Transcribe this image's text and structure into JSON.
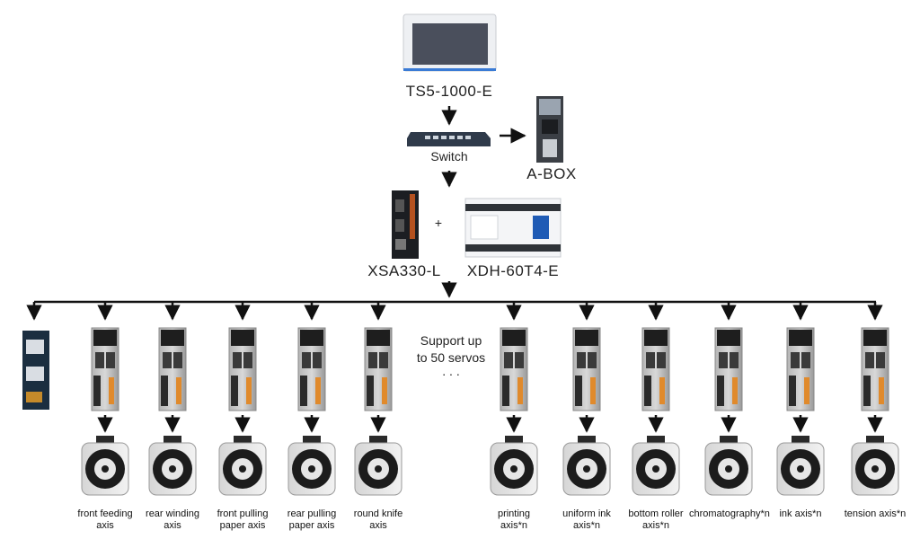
{
  "devices": {
    "hmi": "TS5-1000-E",
    "switch": "Switch",
    "abox": "A-BOX",
    "controller": "XSA330-L",
    "plc": "XDH-60T4-E",
    "plus": "+"
  },
  "note": {
    "line1": "Support up",
    "line2": "to 50 servos",
    "ellipsis": ". . ."
  },
  "axes": [
    {
      "line1": "front feeding",
      "line2": "axis"
    },
    {
      "line1": "rear winding",
      "line2": "axis"
    },
    {
      "line1": "front pulling",
      "line2": "paper axis"
    },
    {
      "line1": "rear pulling",
      "line2": "paper axis"
    },
    {
      "line1": "round knife",
      "line2": "axis"
    },
    {
      "line1": "printing",
      "line2": "axis*n"
    },
    {
      "line1": "uniform ink",
      "line2": "axis*n"
    },
    {
      "line1": "bottom roller",
      "line2": "axis*n"
    },
    {
      "line1": "chromatography*n",
      "line2": ""
    },
    {
      "line1": "ink axis*n",
      "line2": ""
    },
    {
      "line1": "tension axis*n",
      "line2": ""
    }
  ],
  "colors": {
    "line": "#111111",
    "hmi_screen": "#4a4f5c",
    "hmi_accent": "#3a7bd5",
    "servo_body": "#9a9a9a",
    "servo_dark": "#2a2a2a",
    "motor_face": "#e6e6e6",
    "plc_accent": "#1f5bb5"
  }
}
